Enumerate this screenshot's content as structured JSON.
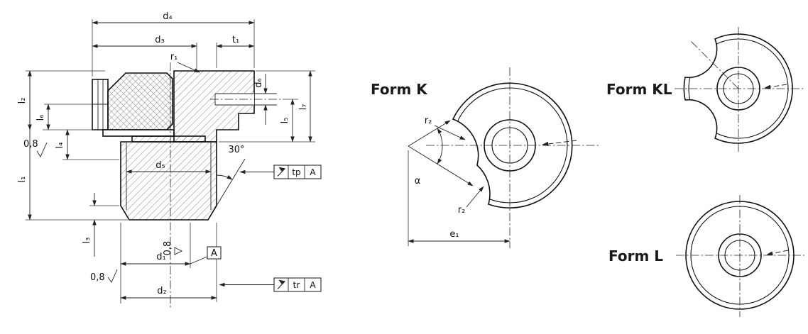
{
  "title": "Technical drawing - knurled sealing screw: section view and face forms",
  "labels": {
    "d1": "d₁",
    "d2": "d₂",
    "d3": "d₃",
    "d4": "d₄",
    "d5": "d₅",
    "d6": "d₆",
    "l1": "l₁",
    "l2": "l₂",
    "l3": "l₃",
    "l4": "l₄",
    "l5": "l₅",
    "l6": "l₆",
    "l7": "l₇",
    "t1": "t₁",
    "r1": "r₁",
    "r2": "r₂",
    "e1": "e₁",
    "alpha": "α",
    "chamfer_angle": "30°",
    "roughness": "0,8",
    "datum": "A",
    "runout_tp": "tp",
    "runout_tr": "tr"
  },
  "forms": {
    "k": "Form K",
    "kl": "Form KL",
    "l": "Form L"
  },
  "colors": {
    "line": "#111111",
    "background": "#ffffff"
  }
}
